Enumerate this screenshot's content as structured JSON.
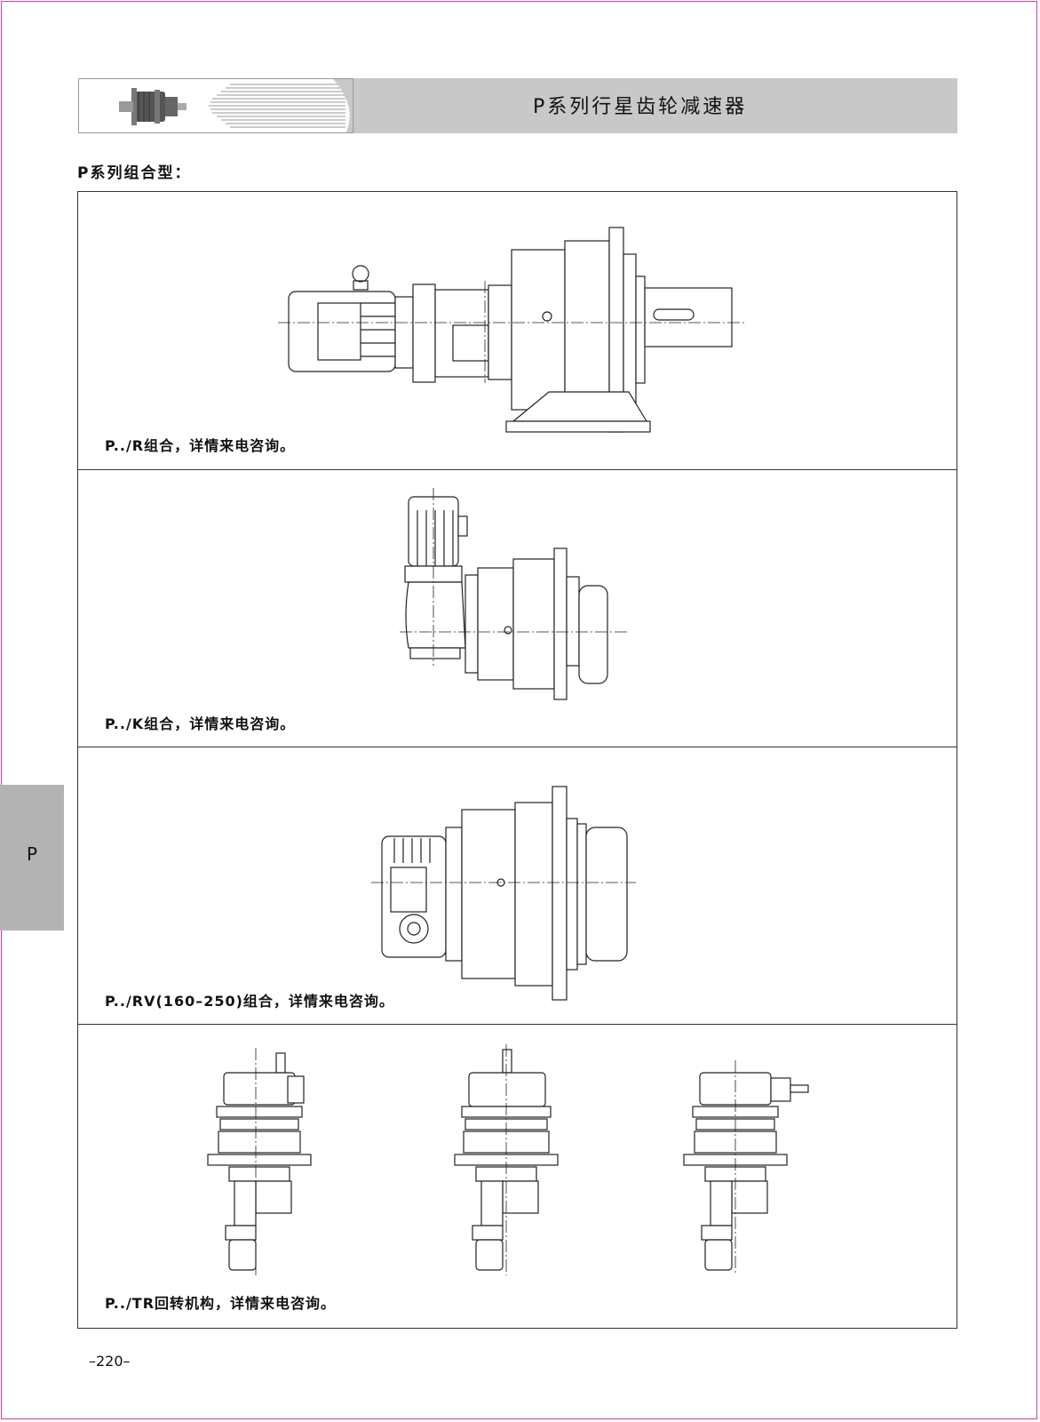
{
  "header": {
    "title": "P系列行星齿轮减速器",
    "logo_icon": "planetary-gearbox-photo"
  },
  "section": {
    "title": "P系列组合型："
  },
  "panels": [
    {
      "caption": "P../R组合，详情来电咨询。"
    },
    {
      "caption": "P../K组合，详情来电咨询。"
    },
    {
      "caption": "P../RV(160–250)组合，详情来电咨询。"
    },
    {
      "caption": "P../TR回转机构，详情来电咨询。"
    }
  ],
  "side_tab": {
    "label": "P"
  },
  "page_number": "–220–",
  "colors": {
    "border": "#d23c9b",
    "header_band": "#c8c8c8",
    "side_tab": "#b3b3b3"
  }
}
